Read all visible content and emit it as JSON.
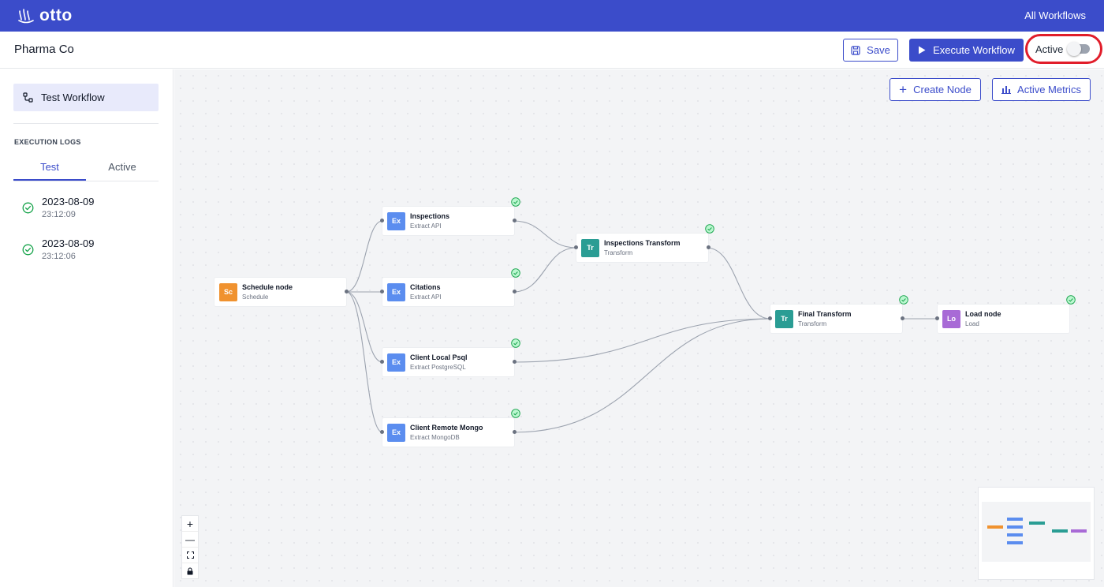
{
  "header": {
    "logo": "otto",
    "all_workflows": "All Workflows"
  },
  "subheader": {
    "org_name": "Pharma Co",
    "save": "Save",
    "execute": "Execute Workflow",
    "active_label": "Active",
    "active_on": false
  },
  "sidebar": {
    "workflow": "Test Workflow",
    "logs_title": "EXECUTION LOGS",
    "tabs": [
      "Test",
      "Active"
    ],
    "logs": [
      {
        "date": "2023-08-09",
        "time": "23:12:09"
      },
      {
        "date": "2023-08-09",
        "time": "23:12:06"
      }
    ]
  },
  "canvas": {
    "create_node": "Create Node",
    "active_metrics": "Active Metrics",
    "nodes": {
      "schedule": {
        "badge": "Sc",
        "title": "Schedule node",
        "sub": "Schedule",
        "color": "#f0922f"
      },
      "inspections": {
        "badge": "Ex",
        "title": "Inspections",
        "sub": "Extract API",
        "color": "#5b8def"
      },
      "citations": {
        "badge": "Ex",
        "title": "Citations",
        "sub": "Extract API",
        "color": "#5b8def"
      },
      "psql": {
        "badge": "Ex",
        "title": "Client Local Psql",
        "sub": "Extract PostgreSQL",
        "color": "#5b8def"
      },
      "mongo": {
        "badge": "Ex",
        "title": "Client Remote Mongo",
        "sub": "Extract MongoDB",
        "color": "#5b8def"
      },
      "insp_transform": {
        "badge": "Tr",
        "title": "Inspections Transform",
        "sub": "Transform",
        "color": "#2a9d94"
      },
      "final_transform": {
        "badge": "Tr",
        "title": "Final Transform",
        "sub": "Transform",
        "color": "#2a9d94"
      },
      "load": {
        "badge": "Lo",
        "title": "Load node",
        "sub": "Load",
        "color": "#a86ad6"
      }
    }
  },
  "colors": {
    "primary": "#3b4cca",
    "highlight": "#e11d2a",
    "success": "#16a34a"
  }
}
